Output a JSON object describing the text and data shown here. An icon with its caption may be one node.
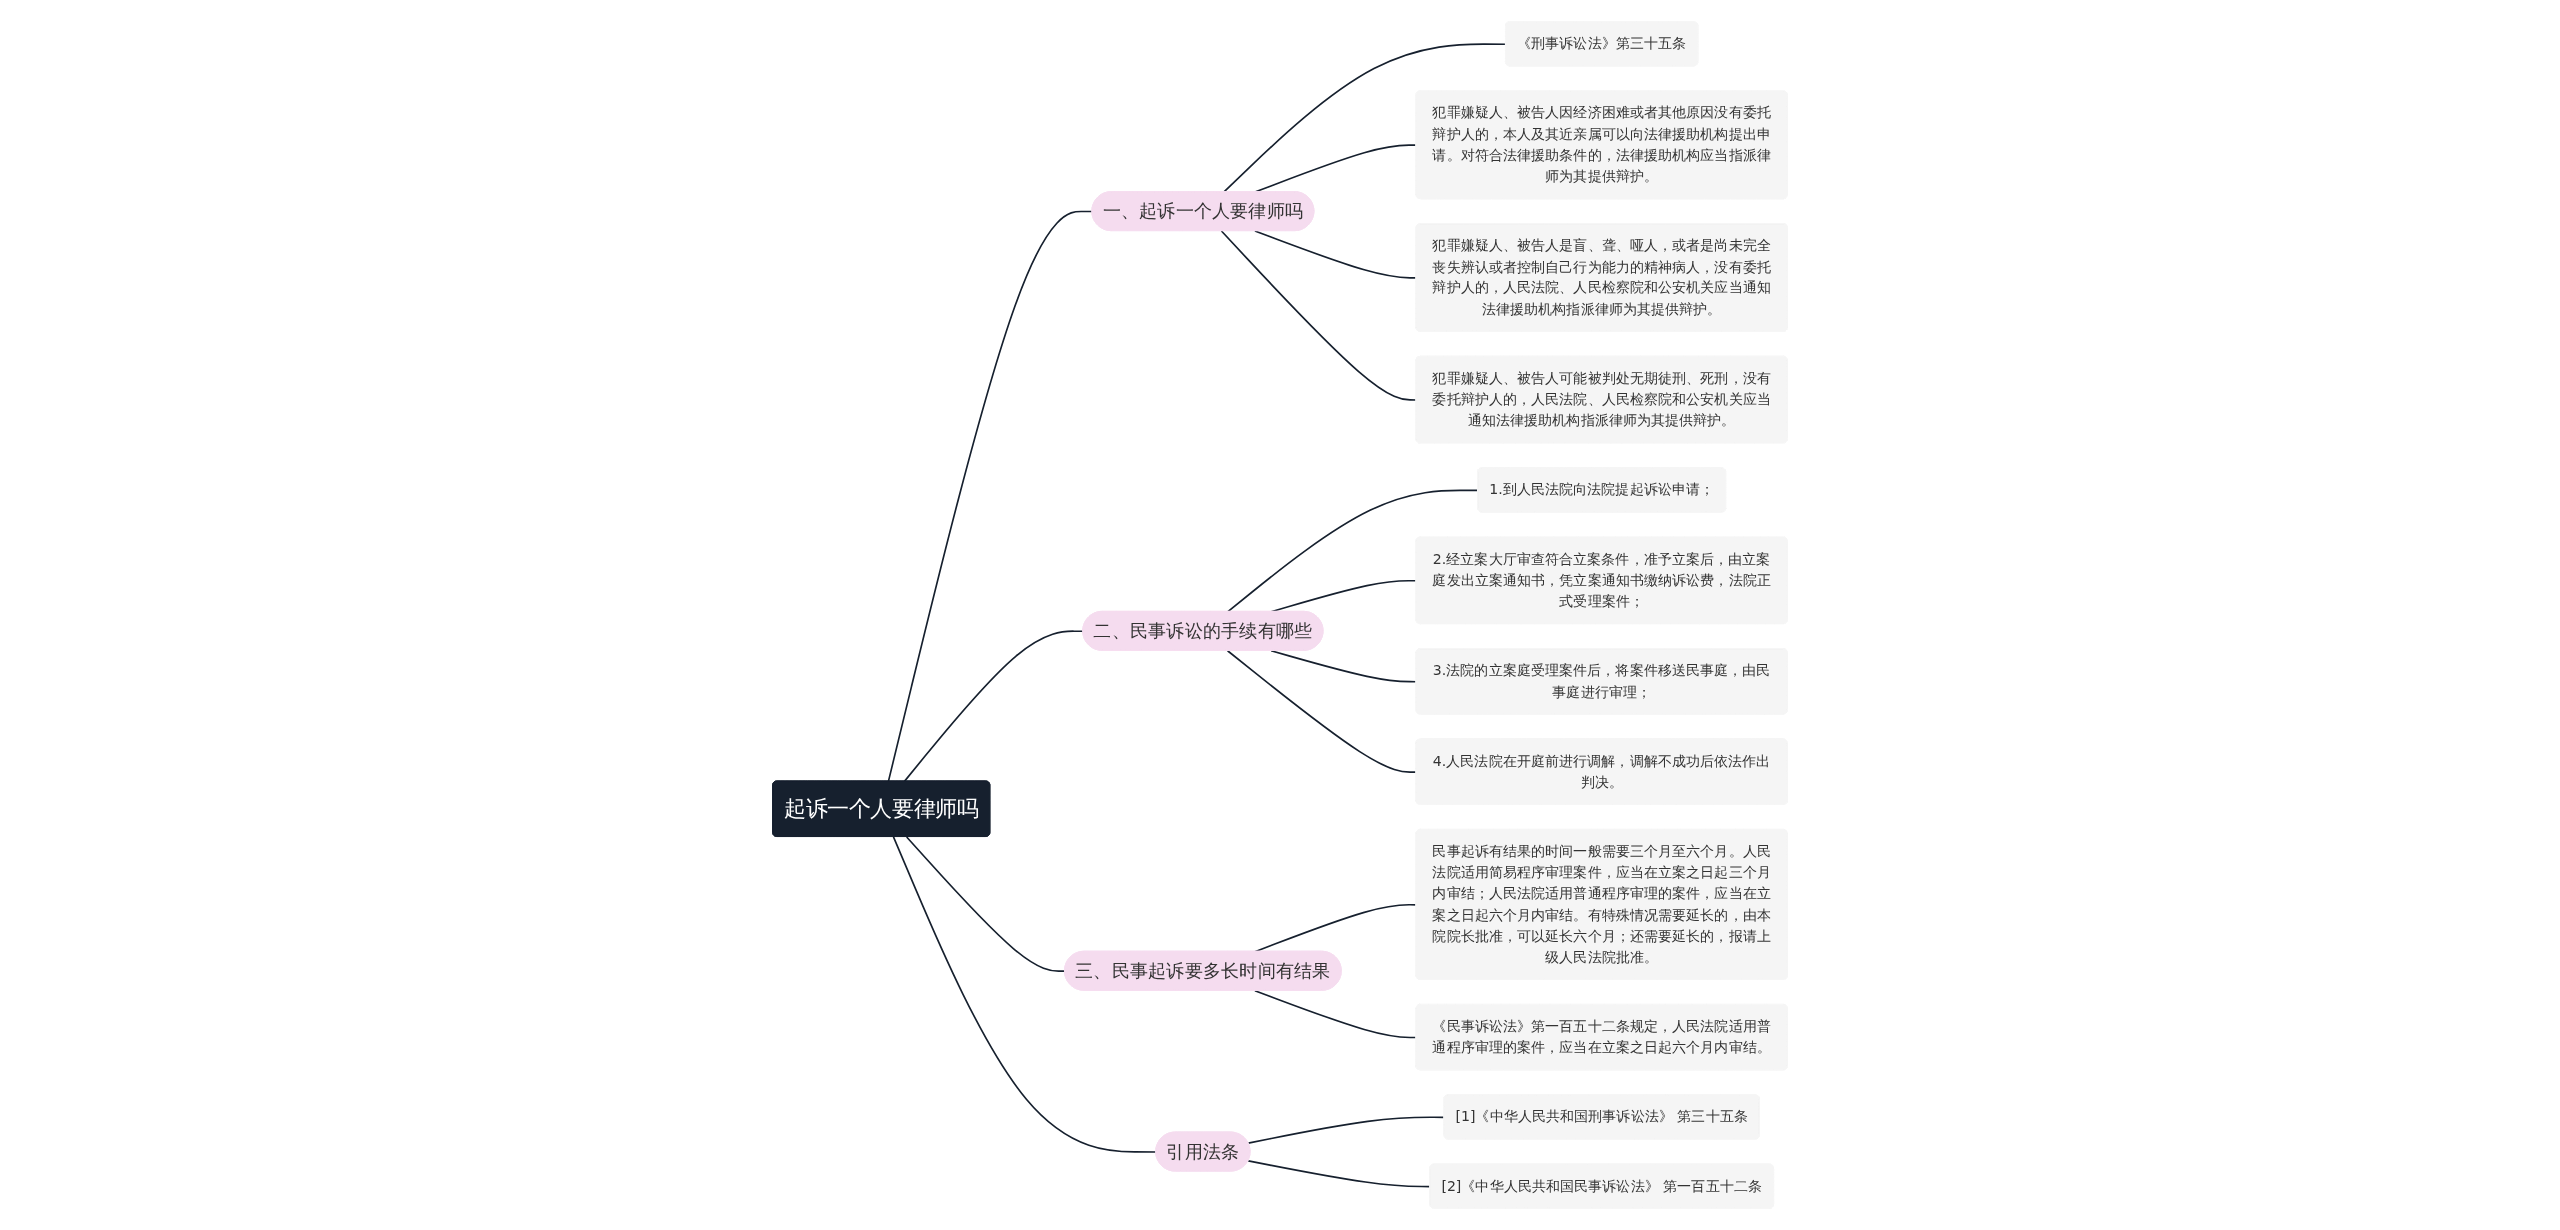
{
  "diagram": {
    "nodes": [
      {
        "text": [
          "起诉一个人要律师吗"
        ]
      },
      {
        "text": [
          "一、起诉一个人要律师吗"
        ]
      },
      {
        "text": [
          "《刑事诉讼法》第三十五条"
        ]
      },
      {
        "text": [
          "犯罪嫌疑人、被告人因经济困难或者其他原因没有委托辩护人的，本人及其近亲属可以向法律援助机构提出申请。对符合法律援助条件的，法律援助机构应当指派律师为其提供辩护。"
        ]
      },
      {
        "text": [
          "犯罪嫌疑人、被告人是盲、聋、哑人，或者是尚未完全丧失辨认或者控制自己行为能力的精神病人，没有委托辩护人的，人民法院、人民检察院和公安机关应当通知法律援助机构指派律师为其提供辩护。"
        ]
      },
      {
        "text": [
          "犯罪嫌疑人、被告人可能被判处无期徒刑、死刑，没有委托辩护人的，人民法院、人民检察院和公安机关应当通知法律援助机构指派律师为其提供辩护。"
        ]
      },
      {
        "text": [
          "二、民事诉讼的手续有哪些"
        ]
      },
      {
        "text": [
          "1.到人民法院向法院提起诉讼申请；"
        ]
      },
      {
        "text": [
          "2.经立案大厅审查符合立案条件，准予立案后，由立案庭发出立案通知书，凭立案通知书缴纳诉讼费，法院正式受理案件；"
        ]
      },
      {
        "text": [
          "3.法院的立案庭受理案件后，将案件移送民事庭，由民事庭进行审理；"
        ]
      },
      {
        "text": [
          "4.人民法院在开庭前进行调解，调解不成功后依法作出判决。"
        ]
      },
      {
        "text": [
          "三、民事起诉要多长时间有结果"
        ]
      },
      {
        "text": [
          "民事起诉有结果的时间一般需要三个月至六个月。人民法院适用简易程序审理案件，应当在立案之日起三个月内审结；人民法院适用普通程序审理的案件，应当在立案之日起六个月内审结。有特殊情况需要延长的，由本院院长批准，可以延长六个月；还需要延长的，报请上级人民法院批准。"
        ]
      },
      {
        "text": [
          "《民事诉讼法》第一百五十二条规定，人民法院适用普通程序审理的案件，应当在立案之日起六个月内审结。"
        ]
      },
      {
        "text": [
          "引用法条"
        ]
      },
      {
        "text": [
          "[1]《中华人民共和国刑事诉讼法》 第三十五条"
        ]
      },
      {
        "text": [
          "[2]《中华人民共和国民事诉讼法》 第一百五十二条"
        ]
      }
    ],
    "edges": [
      {
        "from": 0,
        "to": 1,
        "arrow": "none"
      },
      {
        "from": 1,
        "to": 2,
        "arrow": "none"
      },
      {
        "from": 1,
        "to": 3,
        "arrow": "none"
      },
      {
        "from": 1,
        "to": 4,
        "arrow": "none"
      },
      {
        "from": 1,
        "to": 5,
        "arrow": "none"
      },
      {
        "from": 0,
        "to": 6,
        "arrow": "none"
      },
      {
        "from": 6,
        "to": 7,
        "arrow": "none"
      },
      {
        "from": 6,
        "to": 8,
        "arrow": "none"
      },
      {
        "from": 6,
        "to": 9,
        "arrow": "none"
      },
      {
        "from": 6,
        "to": 10,
        "arrow": "none"
      },
      {
        "from": 0,
        "to": 11,
        "arrow": "none"
      },
      {
        "from": 11,
        "to": 12,
        "arrow": "none"
      },
      {
        "from": 11,
        "to": 13,
        "arrow": "none"
      },
      {
        "from": 0,
        "to": 14,
        "arrow": "none"
      },
      {
        "from": 14,
        "to": 15,
        "arrow": "none"
      },
      {
        "from": 14,
        "to": 16,
        "arrow": "none"
      }
    ]
  }
}
